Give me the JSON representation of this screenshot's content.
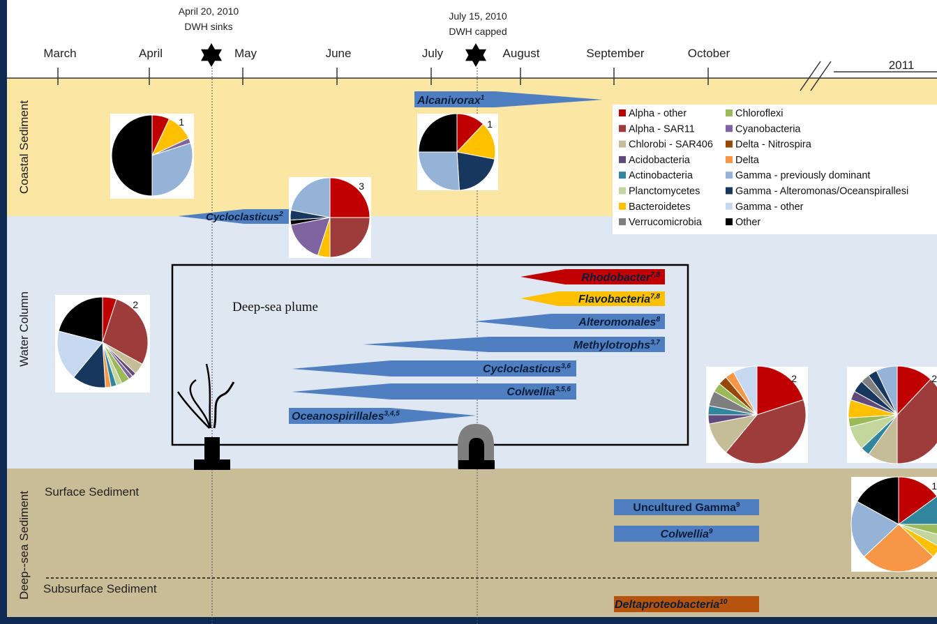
{
  "events": [
    {
      "date": "April 20, 2010",
      "label": "DWH sinks"
    },
    {
      "date": "July 15, 2010",
      "label": "DWH capped"
    }
  ],
  "months": [
    "March",
    "April",
    "May",
    "June",
    "July",
    "August",
    "September",
    "October"
  ],
  "year_label": "2011",
  "zones": [
    {
      "label": "Coastal Sediment",
      "color": "#fbe7a3"
    },
    {
      "label": "Water Column",
      "color": "#dfe7f2"
    },
    {
      "label": "Deep--sea Sediment",
      "color": "#c9bd97"
    }
  ],
  "sublabels": {
    "surface": "Surface Sediment",
    "subsurface": "Subsurface Sediment",
    "plume": "Deep-sea plume"
  },
  "taxa_bars": [
    {
      "name": "Alcanivorax",
      "sup": "1",
      "color": "#4f7fc1",
      "text_color": "#0b1e3c"
    },
    {
      "name": "Cycloclasticus",
      "sup": "2",
      "color": "#4f7fc1",
      "text_color": "#0b1e3c"
    },
    {
      "name": "Rhodobacter",
      "sup": "7,8",
      "color": "#c00000",
      "text_color": "#0b1e3c"
    },
    {
      "name": "Flavobacteria",
      "sup": "7,8",
      "color": "#ffc000",
      "text_color": "#0b1e3c"
    },
    {
      "name": "Alteromonales",
      "sup": "8",
      "color": "#4f7fc1",
      "text_color": "#0b1e3c"
    },
    {
      "name": "Methylotrophs",
      "sup": "3,7",
      "color": "#4f7fc1",
      "text_color": "#0b1e3c"
    },
    {
      "name": "Cycloclasticus",
      "sup": "3,6",
      "color": "#4f7fc1",
      "text_color": "#0b1e3c"
    },
    {
      "name": "Colwellia",
      "sup": "3,5,6",
      "color": "#4f7fc1",
      "text_color": "#0b1e3c"
    },
    {
      "name": "Oceanospirillales",
      "sup": "3,4,5",
      "color": "#4f7fc1",
      "text_color": "#0b1e3c"
    },
    {
      "name": "Uncultured Gamma",
      "sup": "9",
      "color": "#4f7fc1",
      "text_color": "#0b1e3c"
    },
    {
      "name": "Colwellia",
      "sup": "9",
      "color": "#4f7fc1",
      "text_color": "#0b1e3c"
    },
    {
      "name": "Deltaproteobacteria",
      "sup": "10",
      "color": "#b5530f",
      "text_color": "#0b1e3c"
    }
  ],
  "legend": [
    {
      "label": "Alpha - other",
      "color": "#c00000"
    },
    {
      "label": "Alpha - SAR11",
      "color": "#9e3b3b"
    },
    {
      "label": "Chlorobi - SAR406",
      "color": "#c4bd97"
    },
    {
      "label": "Acidobacteria",
      "color": "#604a7b"
    },
    {
      "label": "Actinobacteria",
      "color": "#31859c"
    },
    {
      "label": "Planctomycetes",
      "color": "#c3d69b"
    },
    {
      "label": "Bacteroidetes",
      "color": "#ffc000"
    },
    {
      "label": "Verrucomicrobia",
      "color": "#7f7f7f"
    },
    {
      "label": "Chloroflexi",
      "color": "#9bbb59"
    },
    {
      "label": "Cyanobacteria",
      "color": "#8064a2"
    },
    {
      "label": "Delta - Nitrospira",
      "color": "#974806"
    },
    {
      "label": "Delta",
      "color": "#f79646"
    },
    {
      "label": "Gamma - previously dominant",
      "color": "#95b3d7"
    },
    {
      "label": "Gamma - Alteromonas/Oceanspirallesi",
      "color": "#17375e"
    },
    {
      "label": "Gamma - other",
      "color": "#c6d9f1"
    },
    {
      "label": "Other",
      "color": "#000000"
    }
  ],
  "pies": [
    {
      "ref": "1",
      "slices": [
        {
          "c": "#c00000",
          "v": 7
        },
        {
          "c": "#ffc000",
          "v": 11
        },
        {
          "c": "#8064a2",
          "v": 2
        },
        {
          "c": "#95b3d7",
          "v": 30
        },
        {
          "c": "#000000",
          "v": 50
        }
      ]
    },
    {
      "ref": "1",
      "slices": [
        {
          "c": "#c00000",
          "v": 12
        },
        {
          "c": "#ffc000",
          "v": 16
        },
        {
          "c": "#17375e",
          "v": 21
        },
        {
          "c": "#95b3d7",
          "v": 26
        },
        {
          "c": "#000000",
          "v": 25
        }
      ]
    },
    {
      "ref": "3",
      "slices": [
        {
          "c": "#c00000",
          "v": 25
        },
        {
          "c": "#9e3b3b",
          "v": 25
        },
        {
          "c": "#ffc000",
          "v": 5
        },
        {
          "c": "#8064a2",
          "v": 17
        },
        {
          "c": "#000000",
          "v": 2
        },
        {
          "c": "#17375e",
          "v": 4
        },
        {
          "c": "#95b3d7",
          "v": 22
        }
      ]
    },
    {
      "ref": "2",
      "slices": [
        {
          "c": "#c00000",
          "v": 5
        },
        {
          "c": "#9e3b3b",
          "v": 28
        },
        {
          "c": "#c4bd97",
          "v": 4
        },
        {
          "c": "#604a7b",
          "v": 1.5
        },
        {
          "c": "#8064a2",
          "v": 1.5
        },
        {
          "c": "#9bbb59",
          "v": 3
        },
        {
          "c": "#c3d69b",
          "v": 2
        },
        {
          "c": "#31859c",
          "v": 2
        },
        {
          "c": "#f79646",
          "v": 2
        },
        {
          "c": "#17375e",
          "v": 12
        },
        {
          "c": "#c6d9f1",
          "v": 18
        },
        {
          "c": "#000000",
          "v": 21
        }
      ]
    },
    {
      "ref": "2",
      "slices": [
        {
          "c": "#c00000",
          "v": 20
        },
        {
          "c": "#9e3b3b",
          "v": 41
        },
        {
          "c": "#c4bd97",
          "v": 11
        },
        {
          "c": "#604a7b",
          "v": 3
        },
        {
          "c": "#31859c",
          "v": 3
        },
        {
          "c": "#7f7f7f",
          "v": 5
        },
        {
          "c": "#9bbb59",
          "v": 3
        },
        {
          "c": "#974806",
          "v": 3
        },
        {
          "c": "#f79646",
          "v": 3
        },
        {
          "c": "#c6d9f1",
          "v": 8
        }
      ]
    },
    {
      "ref": "2",
      "slices": [
        {
          "c": "#c00000",
          "v": 12
        },
        {
          "c": "#9e3b3b",
          "v": 38
        },
        {
          "c": "#c4bd97",
          "v": 10
        },
        {
          "c": "#31859c",
          "v": 3
        },
        {
          "c": "#c3d69b",
          "v": 8
        },
        {
          "c": "#9bbb59",
          "v": 3
        },
        {
          "c": "#ffc000",
          "v": 6
        },
        {
          "c": "#604a7b",
          "v": 3
        },
        {
          "c": "#17375e",
          "v": 4
        },
        {
          "c": "#7f7f7f",
          "v": 3
        },
        {
          "c": "#17375e",
          "v": 3
        },
        {
          "c": "#95b3d7",
          "v": 7
        }
      ]
    },
    {
      "ref": "1",
      "slices": [
        {
          "c": "#c00000",
          "v": 15
        },
        {
          "c": "#31859c",
          "v": 10
        },
        {
          "c": "#9bbb59",
          "v": 4
        },
        {
          "c": "#c3d69b",
          "v": 4
        },
        {
          "c": "#ffc000",
          "v": 4
        },
        {
          "c": "#f79646",
          "v": 26
        },
        {
          "c": "#95b3d7",
          "v": 20
        },
        {
          "c": "#000000",
          "v": 17
        }
      ]
    }
  ]
}
